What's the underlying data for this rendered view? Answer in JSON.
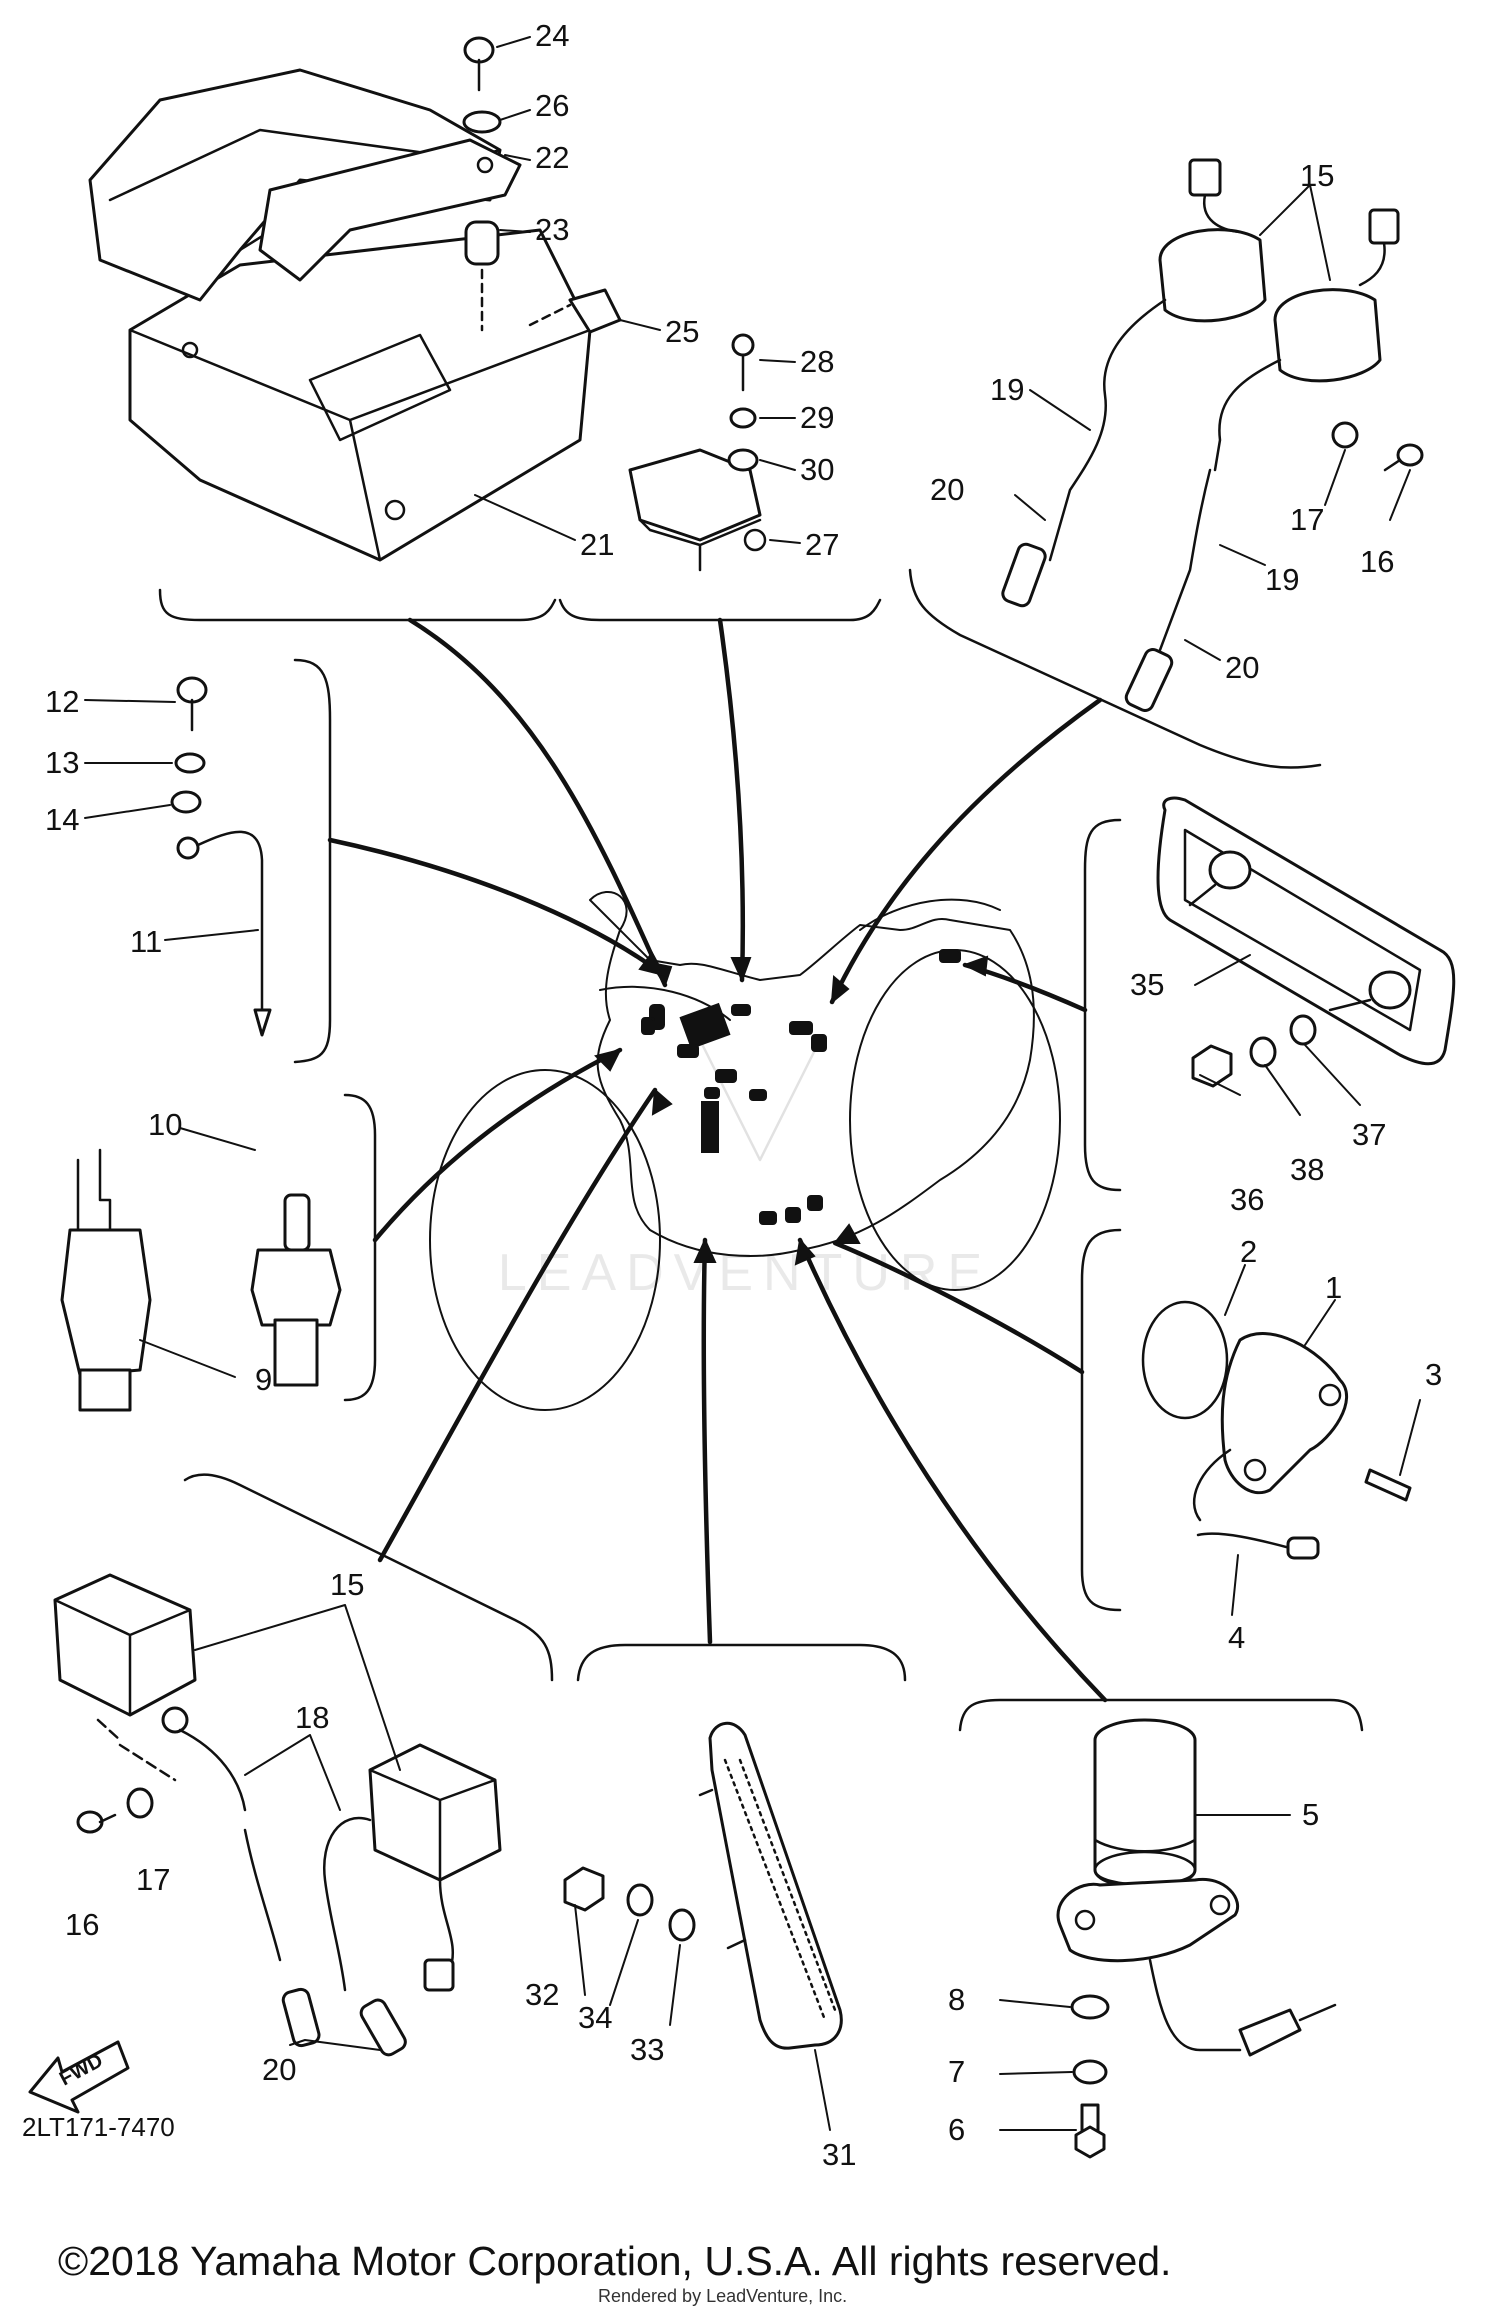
{
  "diagram_id": "2LT171-7470",
  "copyright": "©2018 Yamaha Motor Corporation, U.S.A. All rights reserved.",
  "rendered_by": "Rendered by LeadVenture, Inc.",
  "watermark": "LEADVENTURE",
  "fwd_label": "FWD",
  "callouts": {
    "c24": "24",
    "c26": "26",
    "c22": "22",
    "c23": "23",
    "c25": "25",
    "c21": "21",
    "c28": "28",
    "c29": "29",
    "c30": "30",
    "c27": "27",
    "c15a": "15",
    "c19a": "19",
    "c20a": "20",
    "c17a": "17",
    "c16a": "16",
    "c19b": "19",
    "c20b": "20",
    "c12": "12",
    "c13": "13",
    "c14": "14",
    "c11": "11",
    "c10": "10",
    "c9": "9",
    "c35": "35",
    "c36": "36",
    "c38": "38",
    "c37": "37",
    "c2": "2",
    "c1": "1",
    "c3": "3",
    "c4": "4",
    "c15b": "15",
    "c18": "18",
    "c16b": "16",
    "c17b": "17",
    "c20c": "20",
    "c32": "32",
    "c34": "34",
    "c33": "33",
    "c31": "31",
    "c5": "5",
    "c8": "8",
    "c7": "7",
    "c6": "6"
  }
}
